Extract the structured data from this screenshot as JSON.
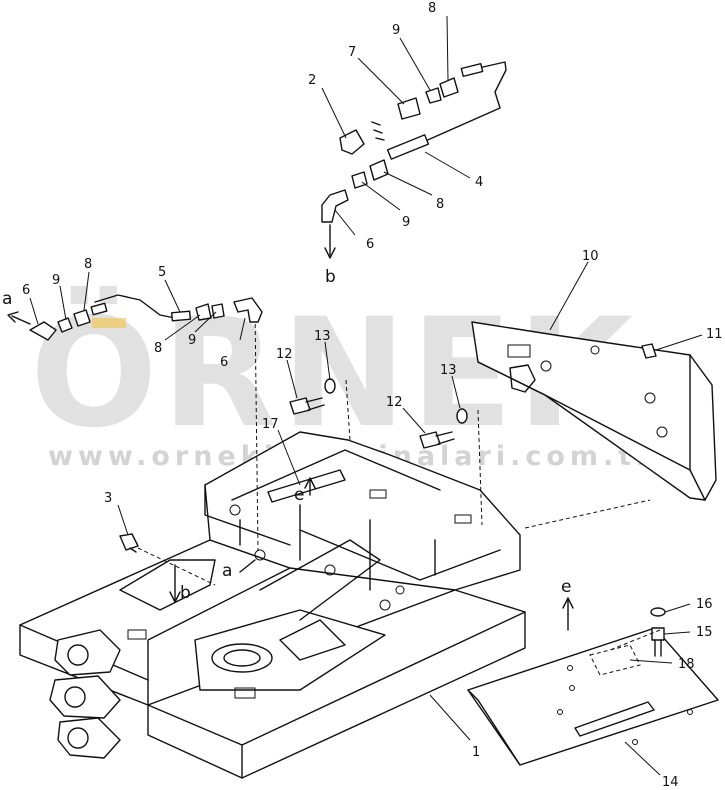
{
  "watermark": {
    "brand": "ÖRNEK",
    "url": "www.ornekismakinalari.com.tr",
    "colors": {
      "text": "#c9c9c9",
      "accent": "#f2c75c"
    }
  },
  "callouts": [
    {
      "id": "c1",
      "label": "1"
    },
    {
      "id": "c2",
      "label": "2"
    },
    {
      "id": "c3",
      "label": "3"
    },
    {
      "id": "c4",
      "label": "4"
    },
    {
      "id": "c5",
      "label": "5"
    },
    {
      "id": "c6a",
      "label": "6"
    },
    {
      "id": "c6b",
      "label": "6"
    },
    {
      "id": "c6c",
      "label": "6"
    },
    {
      "id": "c7",
      "label": "7"
    },
    {
      "id": "c8a",
      "label": "8"
    },
    {
      "id": "c8b",
      "label": "8"
    },
    {
      "id": "c8c",
      "label": "8"
    },
    {
      "id": "c8d",
      "label": "8"
    },
    {
      "id": "c9a",
      "label": "9"
    },
    {
      "id": "c9b",
      "label": "9"
    },
    {
      "id": "c9c",
      "label": "9"
    },
    {
      "id": "c9d",
      "label": "9"
    },
    {
      "id": "c10",
      "label": "10"
    },
    {
      "id": "c11",
      "label": "11"
    },
    {
      "id": "c12a",
      "label": "12"
    },
    {
      "id": "c12b",
      "label": "12"
    },
    {
      "id": "c13a",
      "label": "13"
    },
    {
      "id": "c13b",
      "label": "13"
    },
    {
      "id": "c14",
      "label": "14"
    },
    {
      "id": "c15",
      "label": "15"
    },
    {
      "id": "c16",
      "label": "16"
    },
    {
      "id": "c17",
      "label": "17"
    },
    {
      "id": "c18",
      "label": "18"
    }
  ],
  "refs": [
    {
      "id": "ra1",
      "label": "a"
    },
    {
      "id": "ra2",
      "label": "a"
    },
    {
      "id": "rb1",
      "label": "b"
    },
    {
      "id": "rb2",
      "label": "b"
    },
    {
      "id": "re1",
      "label": "e"
    },
    {
      "id": "re2",
      "label": "e"
    }
  ]
}
